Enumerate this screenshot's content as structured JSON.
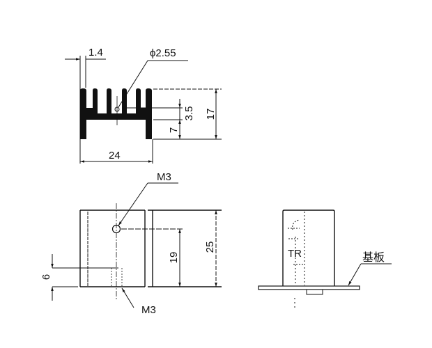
{
  "colors": {
    "ink": "#111111",
    "background": "#ffffff"
  },
  "top_view": {
    "dim_fin_thickness": "1.4",
    "dim_hole_diameter": "ϕ2.55",
    "dim_width": "24",
    "dim_height_total": "17",
    "dim_fin_step": "3.5",
    "dim_leg": "7"
  },
  "front_view": {
    "label_top_hole": "M3",
    "label_bottom_hole": "M3",
    "dim_hole_height": "19",
    "dim_total_height": "25",
    "dim_tap_depth": "6"
  },
  "side_view": {
    "label_transistor": "TR",
    "label_board": "基板"
  }
}
